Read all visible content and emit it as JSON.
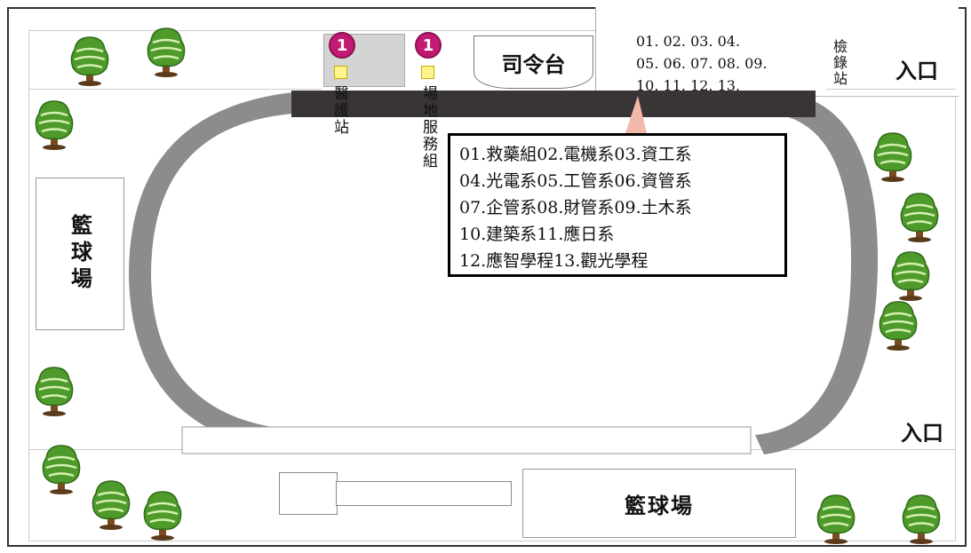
{
  "labels": {
    "stage": "司令台",
    "medical_station": "醫護站",
    "venue_service": "場地服務組",
    "checkin_station": "檢錄站",
    "entrance_top": "入口",
    "entrance_bottom": "入口",
    "basketball_left": "籃球場",
    "basketball_bottom": "籃球場",
    "pin_left": "1",
    "pin_right": "1"
  },
  "id_list": [
    "01. 02. 03. 04.",
    "05. 06. 07. 08. 09.",
    "10. 11. 12. 13."
  ],
  "departments": [
    "01.救藥組02.電機系03.資工系",
    "04.光電系05.工管系06.資管系",
    "07.企管系08.財管系09.土木系",
    "10.建築系11.應日系",
    "12.應智學程13.觀光學程"
  ],
  "colors": {
    "track": "#8c8c8c",
    "stand": "#3a3535",
    "pin": "#c21a73",
    "marker": "#fff38a",
    "pointer": "#f2b8a8"
  },
  "icons": {
    "tree": "tree-icon",
    "pin": "location-pin-icon"
  }
}
